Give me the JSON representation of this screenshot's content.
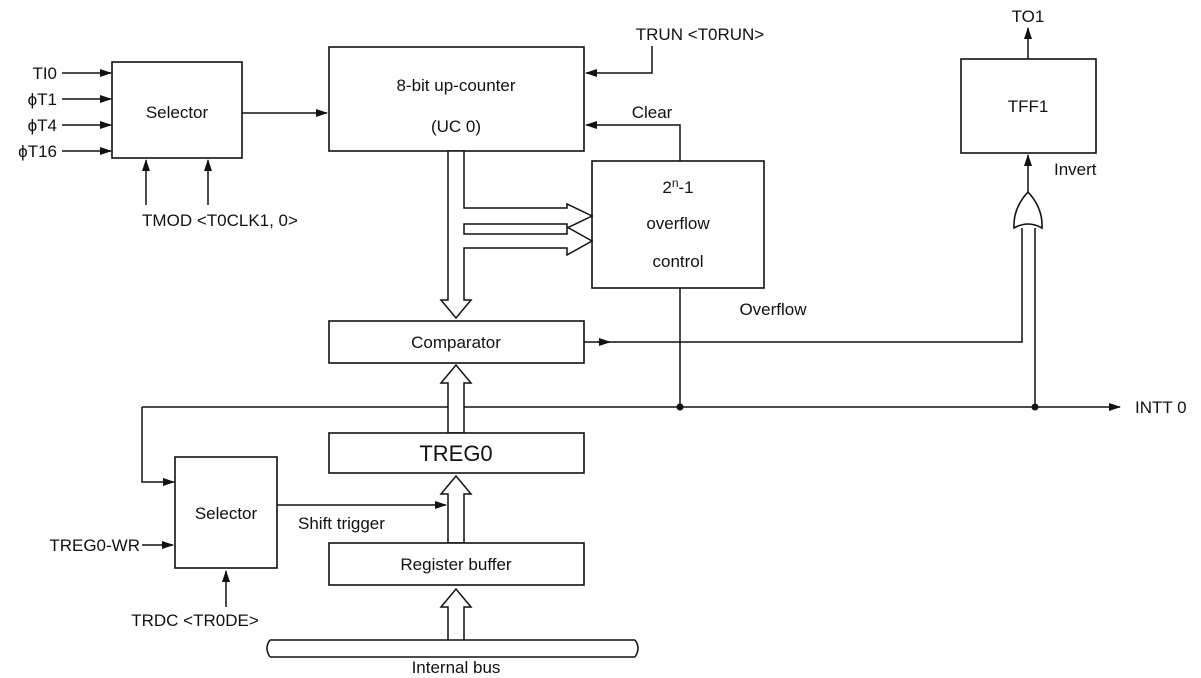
{
  "selector1": {
    "title": "Selector"
  },
  "inputs": {
    "ti0": "TI0",
    "pt1": "ϕT1",
    "pt4": "ϕT4",
    "pt16": "ϕT16"
  },
  "tmod": "TMOD <T0CLK1, 0>",
  "upcounter": {
    "line1": "8-bit up-counter",
    "line2": "(UC 0)"
  },
  "trun": "TRUN <T0RUN>",
  "clear": "Clear",
  "overflow_control": {
    "line1_base": "2",
    "line1_sup": "n",
    "line1_rest": "-1",
    "line2": "overflow",
    "line3": "control"
  },
  "overflow": "Overflow",
  "comparator": "Comparator",
  "treg0": "TREG0",
  "selector2": {
    "title": "Selector"
  },
  "treg0_wr": "TREG0-WR",
  "trdc": "TRDC <TR0DE>",
  "shift_trigger": "Shift trigger",
  "register_buffer": "Register buffer",
  "internal_bus": "Internal bus",
  "tff1": "TFF1",
  "to1": "TO1",
  "invert": "Invert",
  "intt0": "INTT 0"
}
